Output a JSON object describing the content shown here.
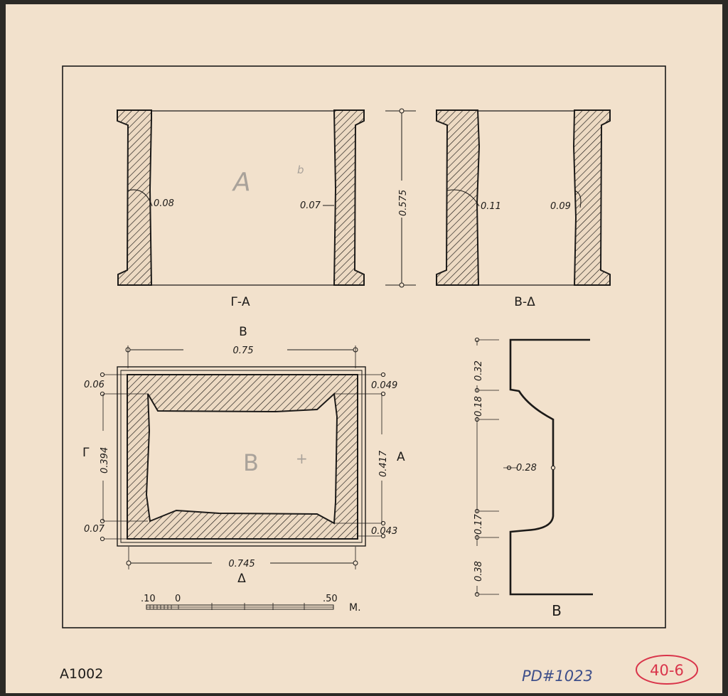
{
  "colors": {
    "paper": "#f2e1cc",
    "ink": "#1c1a18",
    "stamp_red": "#d9344a",
    "catalog_blue": "#3e4f8a",
    "pencil": "#a9a29a"
  },
  "sections": {
    "ga": {
      "label": "Γ-Α",
      "left_thickness": "0.08",
      "right_thickness": "0.07"
    },
    "bd": {
      "label": "Β-Δ",
      "left_thickness": "0.11",
      "right_thickness": "0.09"
    },
    "height": "0.575"
  },
  "plan": {
    "top_letter": "Β",
    "bottom_letter": "Δ",
    "left_letter": "Γ",
    "right_letter": "Α",
    "top_width": "0.75",
    "bottom_width": "0.745",
    "left_inner": "0.394",
    "right_inner": "0.417",
    "top_left_wall": "0.06",
    "top_right_wall": "0.049",
    "bottom_left_wall": "0.07",
    "bottom_right_wall": "0.043"
  },
  "profile": {
    "label": "Β",
    "dims": [
      "0.32",
      "0.18",
      "0.28",
      "0.17",
      "0.38"
    ]
  },
  "scale": {
    "left": ".10",
    "zero": "0",
    "right": ".50",
    "unit": "Μ."
  },
  "pencil_marks": {
    "top": "A",
    "top_small": "b",
    "plan": "B",
    "plan_cross": "+"
  },
  "footer": {
    "code": "Α1002",
    "catalog": "PD#1023",
    "stamp": "40-6"
  }
}
